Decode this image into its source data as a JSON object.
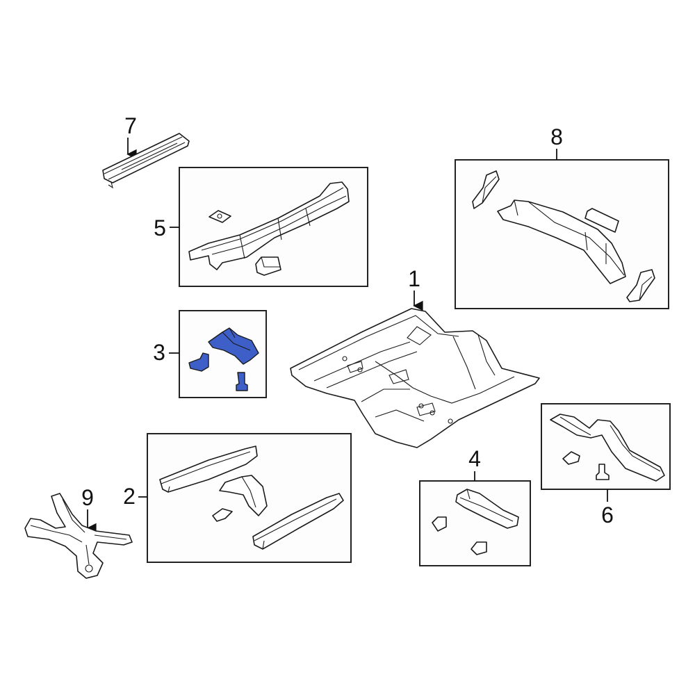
{
  "colors": {
    "highlight": "#3f5fc8",
    "line": "#1a1a1a",
    "box_fill": "#fdfdfd"
  },
  "callouts": {
    "c1": "1",
    "c2": "2",
    "c3": "3",
    "c4": "4",
    "c5": "5",
    "c6": "6",
    "c7": "7",
    "c8": "8",
    "c9": "9"
  }
}
